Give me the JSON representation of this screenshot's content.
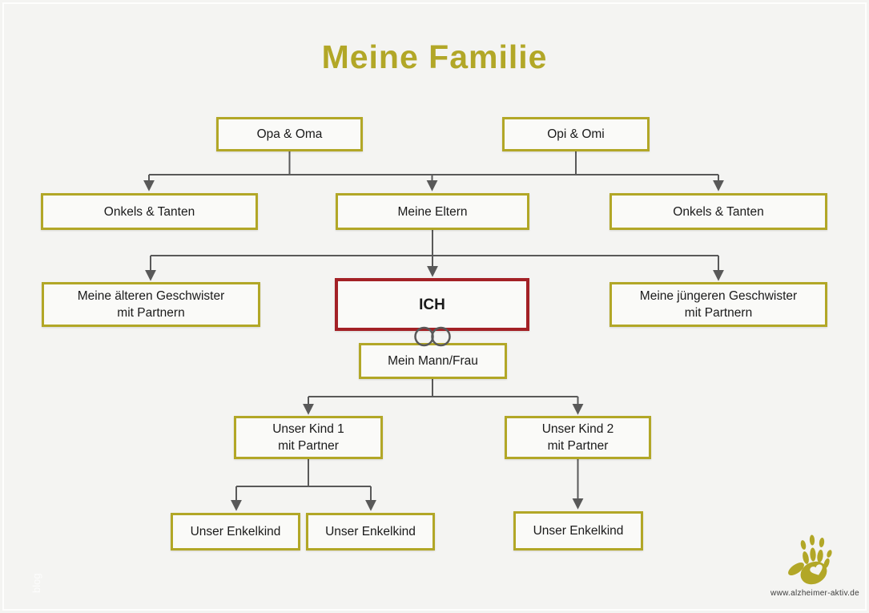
{
  "title": "Meine Familie",
  "colors": {
    "accent_olive": "#b2a727",
    "node_border": "#b2a727",
    "ich_border": "#a32126",
    "connector_gray": "#595959",
    "background": "#f4f4f2"
  },
  "nodes": {
    "opa_oma": {
      "label": "Opa & Oma"
    },
    "opi_omi": {
      "label": "Opi & Omi"
    },
    "onkels_tanten_links": {
      "label": "Onkels & Tanten"
    },
    "meine_eltern": {
      "label": "Meine Eltern"
    },
    "onkels_tanten_rechts": {
      "label": "Onkels & Tanten"
    },
    "aeltere_geschwister": {
      "label": "Meine älteren Geschwister\nmit Partnern"
    },
    "ich": {
      "label": "ICH"
    },
    "juengere_geschwister": {
      "label": "Meine jüngeren Geschwister\nmit Partnern"
    },
    "mann_frau": {
      "label": "Mein Mann/Frau"
    },
    "kind1": {
      "label": "Unser Kind 1\nmit Partner"
    },
    "kind2": {
      "label": "Unser Kind 2\nmit Partner"
    },
    "enkelkind1": {
      "label": "Unser Enkelkind"
    },
    "enkelkind2": {
      "label": "Unser Enkelkind"
    },
    "enkelkind3": {
      "label": "Unser Enkelkind"
    }
  },
  "icons": {
    "rings": "wedding-rings-icon",
    "hand": "handprint-logo"
  },
  "footer": {
    "website": "www.alzheimer-aktiv.de",
    "watermark": "blog"
  }
}
